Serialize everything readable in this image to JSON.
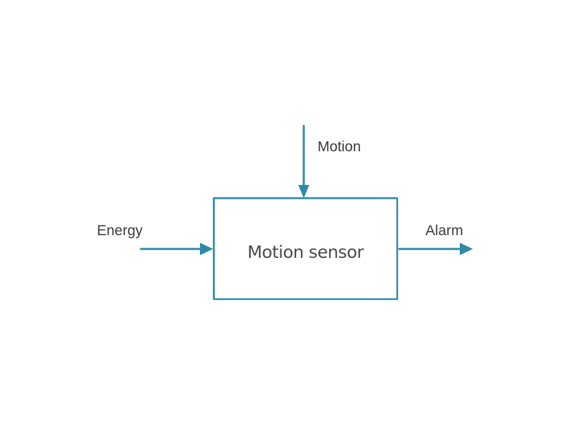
{
  "diagram": {
    "box": {
      "label": "Motion sensor"
    },
    "inputs": {
      "top": "Motion",
      "left": "Energy"
    },
    "outputs": {
      "right": "Alarm"
    },
    "colors": {
      "stroke": "#2e8aa8",
      "text": "#3b3b3b"
    }
  }
}
